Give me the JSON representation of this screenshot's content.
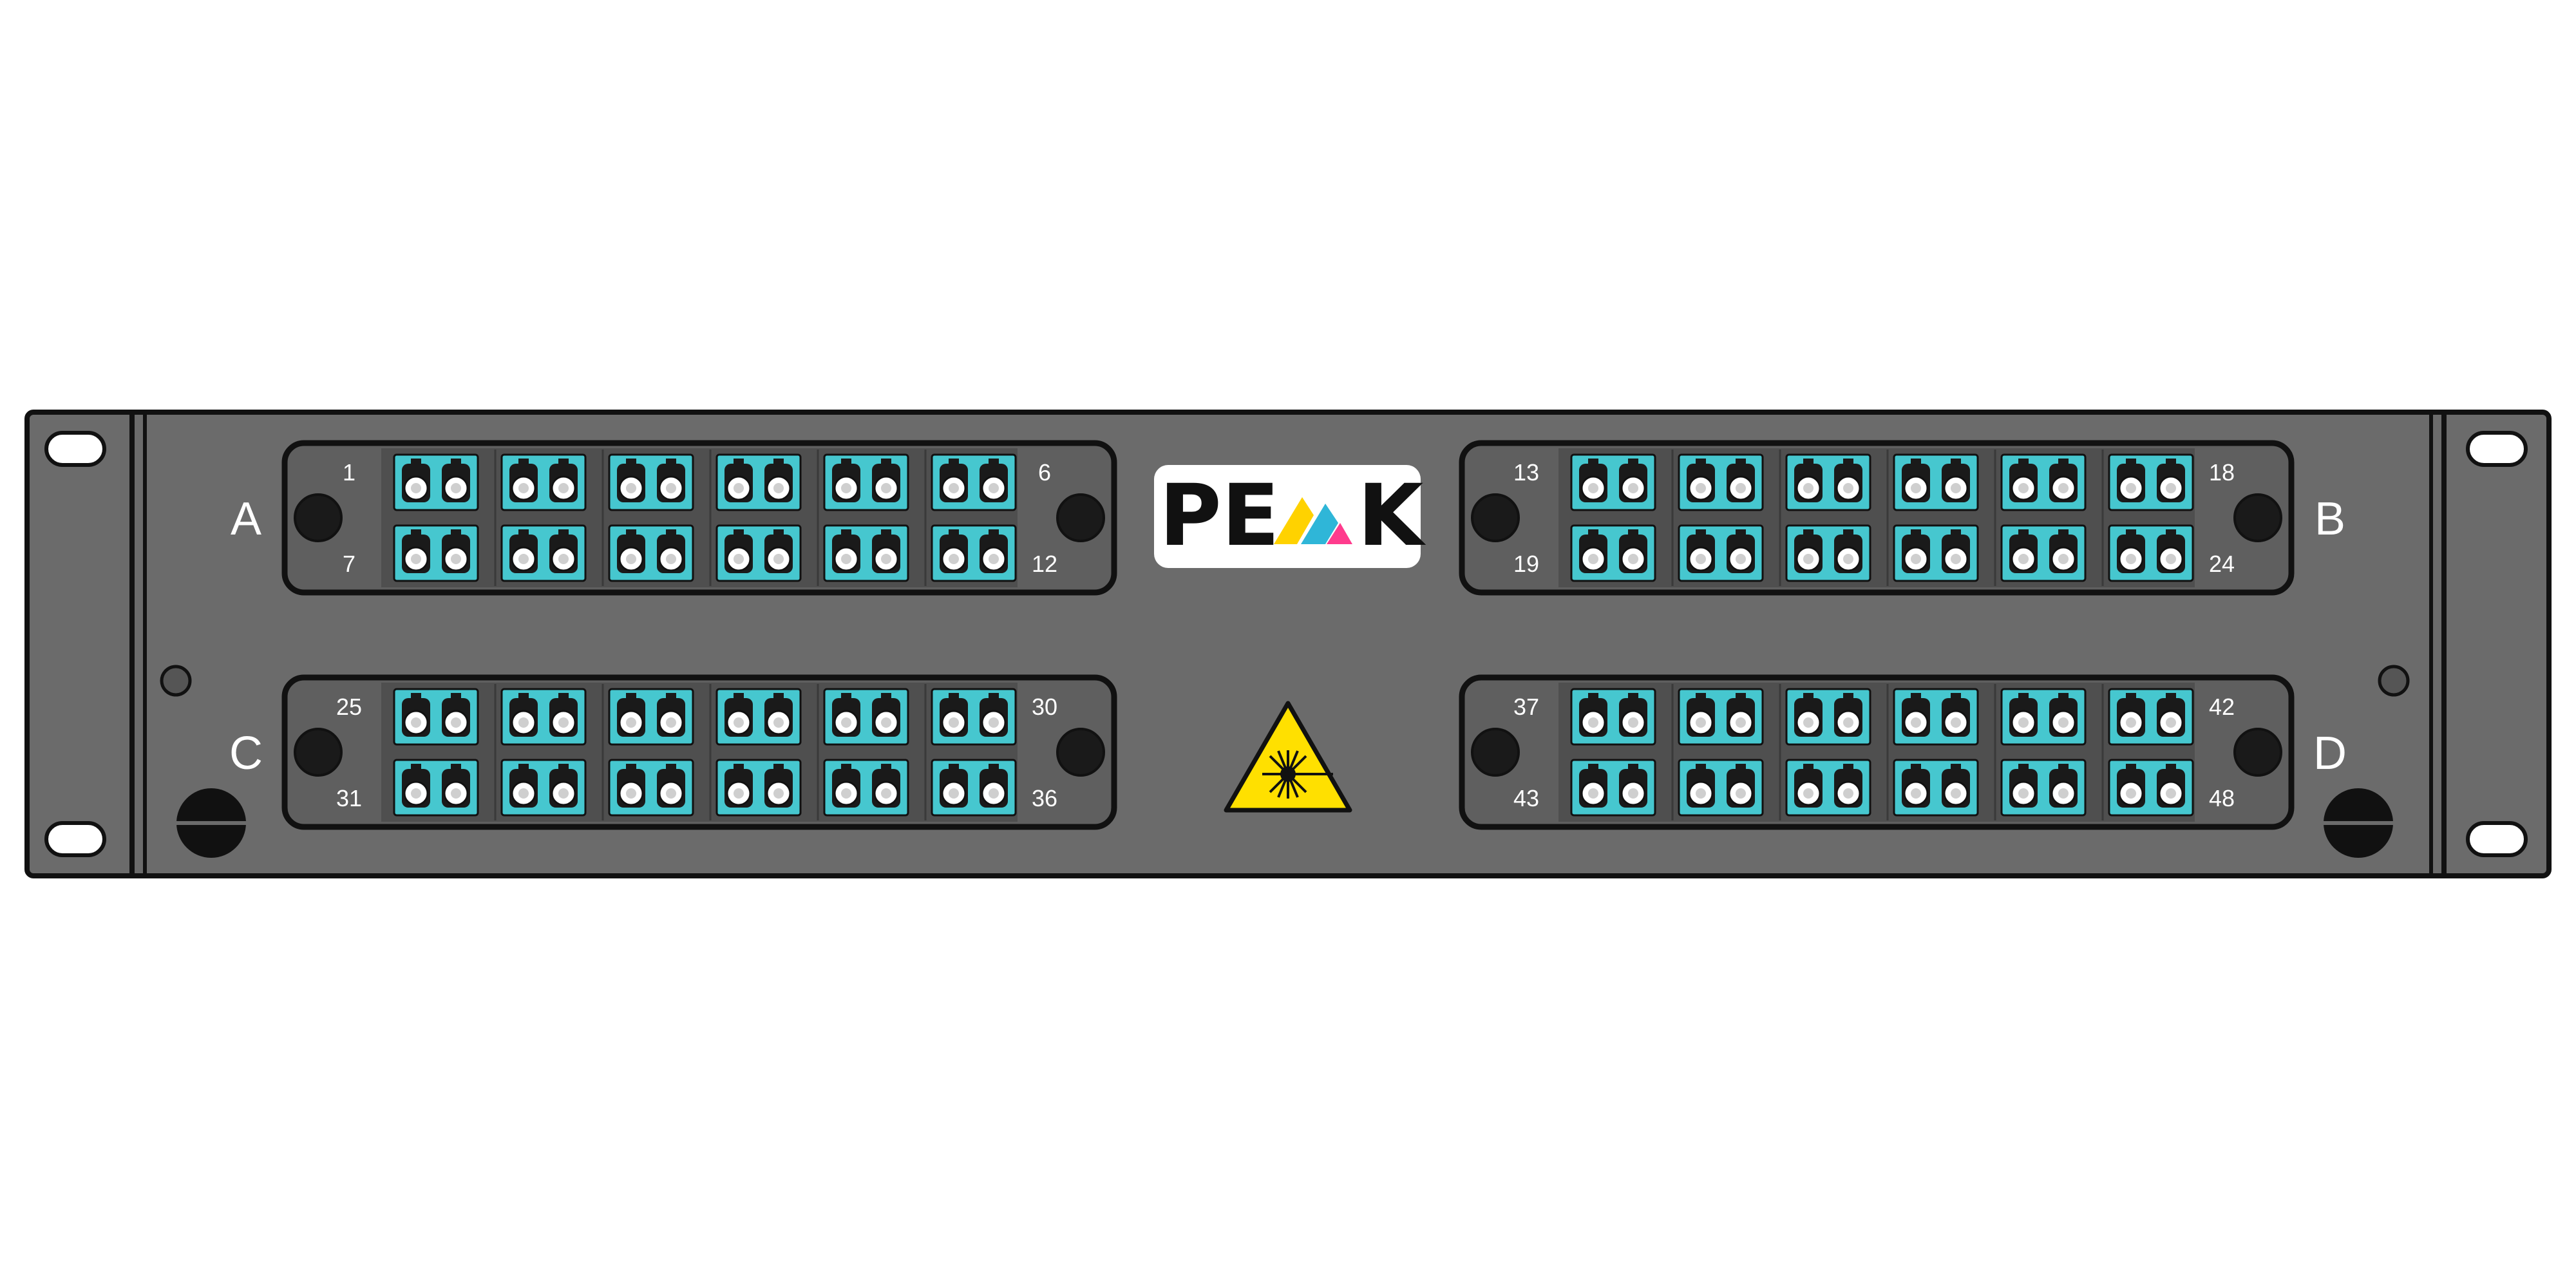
{
  "brand": {
    "name_left": "PE",
    "name_right": "K",
    "logo_name": "peak-logo",
    "triangle_colors": [
      "#ffd200",
      "#2fb6d8",
      "#ff3b8d"
    ]
  },
  "colors": {
    "panel": "#6b6b6b",
    "adapter": "#46c7cf",
    "cassette_inner": "#4f4f4f",
    "outline": "#111111"
  },
  "warning": {
    "icon": "laser-warning-icon",
    "color": "#ffe000"
  },
  "cassettes": [
    {
      "id": "A",
      "label": "A",
      "nums": {
        "top_left": "1",
        "bottom_left": "7",
        "top_right": "6",
        "bottom_right": "12"
      },
      "label_side": "left"
    },
    {
      "id": "B",
      "label": "B",
      "nums": {
        "top_left": "13",
        "bottom_left": "19",
        "top_right": "18",
        "bottom_right": "24"
      },
      "label_side": "right"
    },
    {
      "id": "C",
      "label": "C",
      "nums": {
        "top_left": "25",
        "bottom_left": "31",
        "top_right": "30",
        "bottom_right": "36"
      },
      "label_side": "left"
    },
    {
      "id": "D",
      "label": "D",
      "nums": {
        "top_left": "37",
        "bottom_left": "43",
        "top_right": "42",
        "bottom_right": "48"
      },
      "label_side": "right"
    }
  ],
  "adapters_per_row": 6,
  "rows_per_cassette": 2
}
